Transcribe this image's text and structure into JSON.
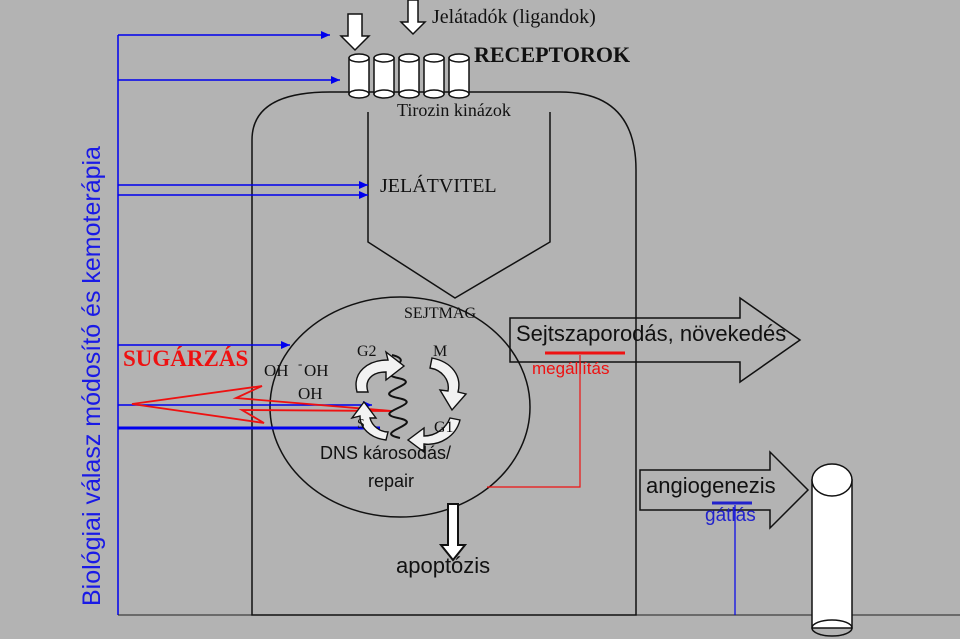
{
  "slide_title": "Biológiai válasz módosító és kemoterápia",
  "labels": {
    "ligands": "Jelátadók (ligandok)",
    "receptors": "RECEPTOROK",
    "tyrosine_kinases": "Tirozin kinázok",
    "signal_transduction": "JELÁTVITEL",
    "nucleus": "SEJTMAG",
    "radiation": "SUGÁRZÁS",
    "radical_oh_1": "OH",
    "radical_oh_2": "OH",
    "radical_oh_3": "OH",
    "radical_charge": "-",
    "phase_g2": "G2",
    "phase_m": "M",
    "phase_g1": "G1",
    "phase_s": "S",
    "dna_damage": "DNS károsodás/",
    "repair": "repair",
    "apoptosis": "apoptózis",
    "proliferation": "Sejtszaporodás, növekedés",
    "proliferation_stop": "megállítás",
    "angiogenesis": "angiogenezis",
    "angiogenesis_inhibition": "gátlás"
  },
  "colors": {
    "background": "#b3b3b3",
    "title_blue": "#1a1ae6",
    "arrow_blue": "#0000ee",
    "radiation_red": "#ee1111",
    "outline": "#111111",
    "cycle_fill": "#f2f2f2"
  }
}
